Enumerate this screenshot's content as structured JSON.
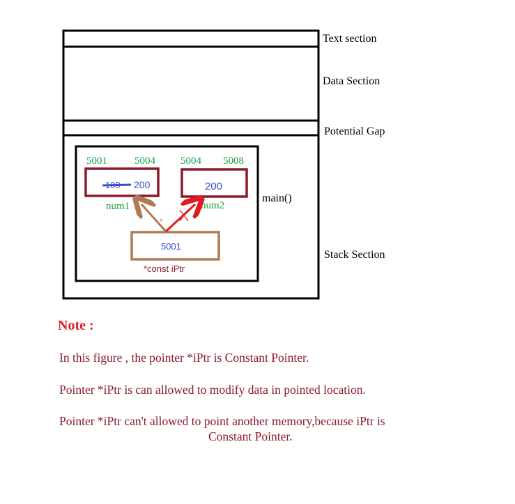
{
  "memory_layout": {
    "sections": {
      "text": "Text section",
      "data": "Data Section",
      "gap": "Potential Gap",
      "stack": "Stack Section"
    },
    "frame_label": "main()"
  },
  "variables": {
    "num1": {
      "name": "num1",
      "addr_start": "5001",
      "addr_end": "5004",
      "old_value": "100",
      "value": "200"
    },
    "num2": {
      "name": "num2",
      "addr_start": "5004",
      "addr_end": "5008",
      "value": "200"
    },
    "iptr": {
      "name": "*const iPtr",
      "value": "5001",
      "arrow_note": "*"
    }
  },
  "colors": {
    "box_outline": "#000000",
    "variable_box": "#8b1a2a",
    "pointer_box": "#b07a55",
    "pointer_arrow_to_num1": "#b07a55",
    "pointer_arrow_to_num2": "#e11b22",
    "address_text": "#1aa33c",
    "value_text": "#3b4fc9",
    "note_heading": "#e11b22",
    "note_text": "#8b1a2a"
  },
  "note": {
    "heading": "Note :",
    "line1": "In this figure , the pointer *iPtr is Constant Pointer.",
    "line2": "Pointer *iPtr is can allowed to modify data in pointed location.",
    "line3a": "Pointer *iPtr can't allowed to point another memory,because iPtr is",
    "line3b": "Constant Pointer."
  }
}
